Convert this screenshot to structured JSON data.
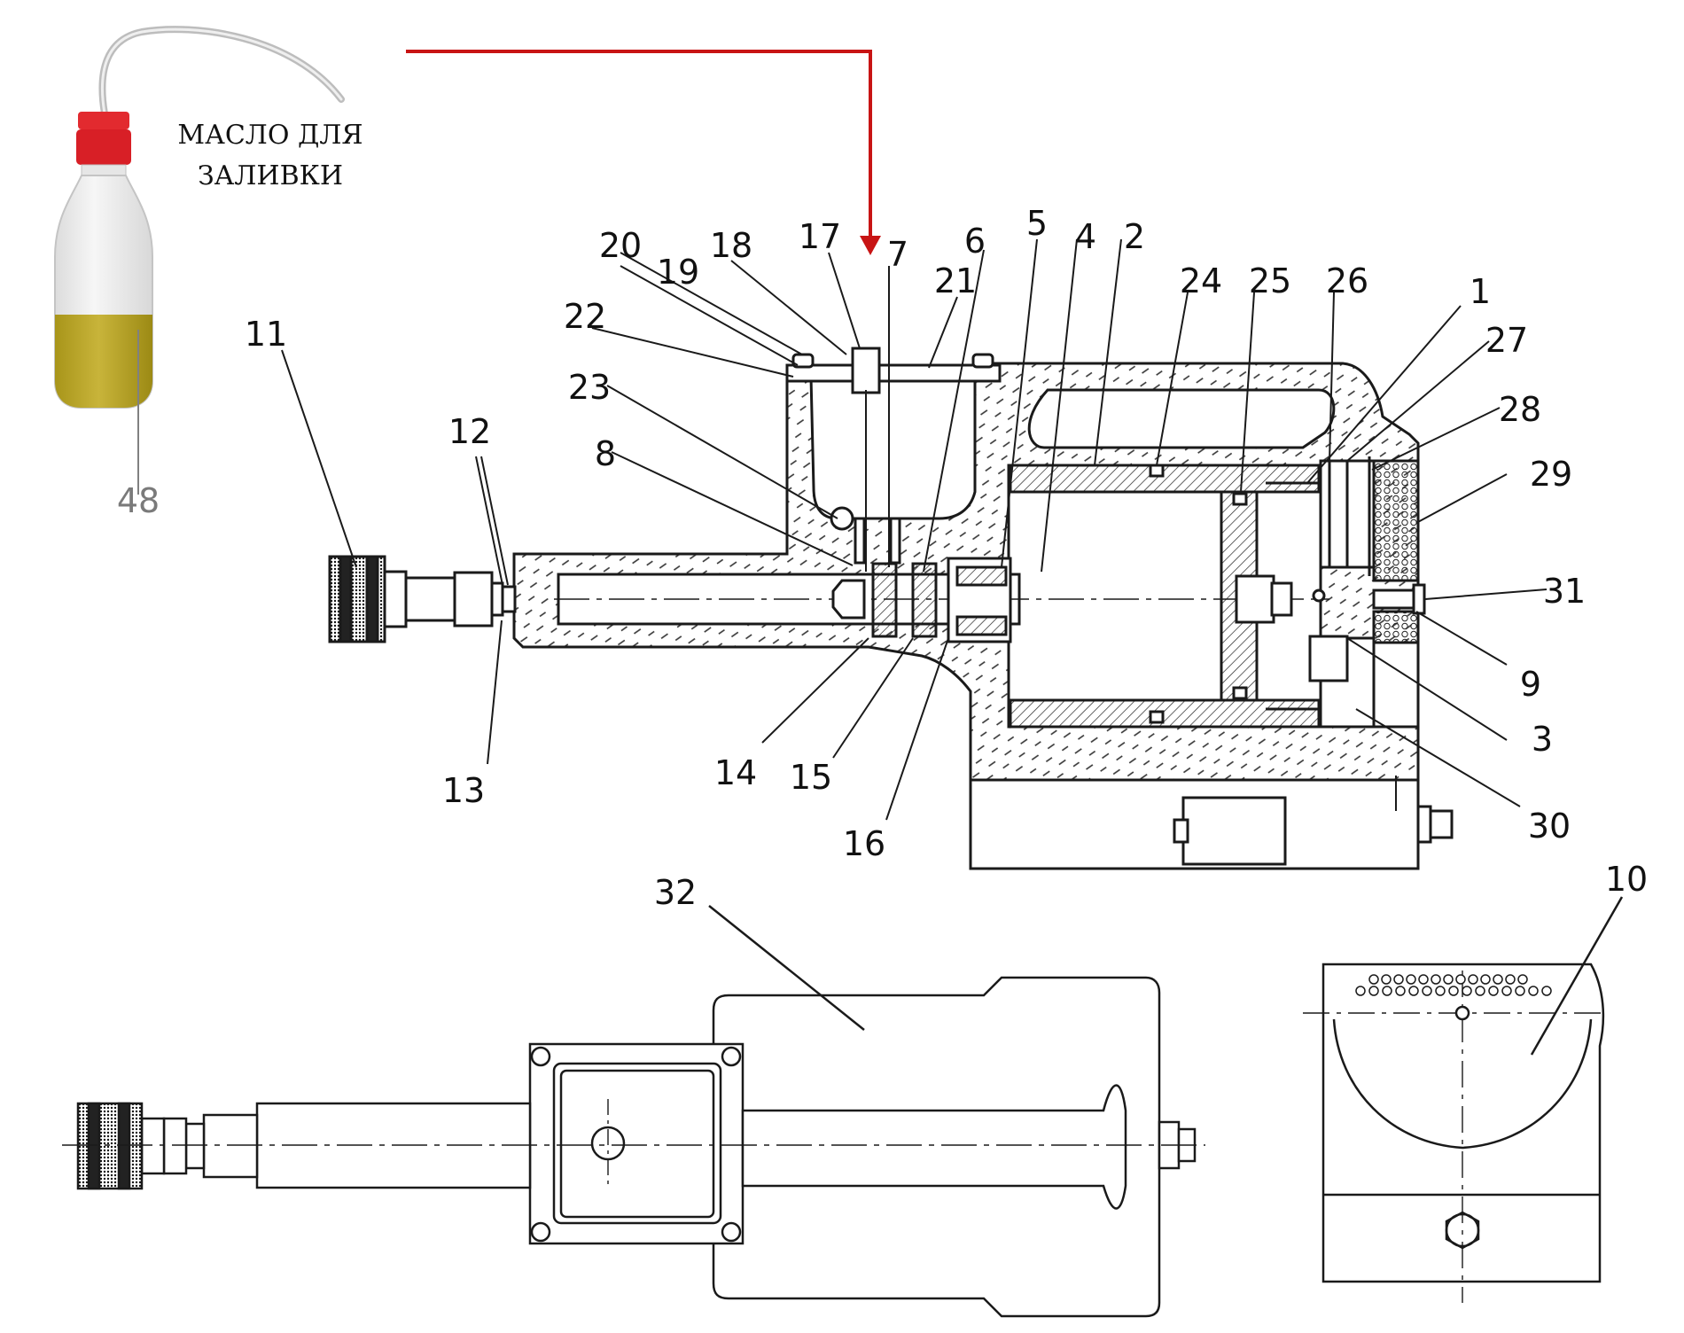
{
  "note": {
    "line1": "МАСЛО ДЛЯ",
    "line2": "ЗАЛИВКИ"
  },
  "labels": {
    "n1": "1",
    "n2": "2",
    "n3": "3",
    "n4": "4",
    "n5": "5",
    "n6": "6",
    "n7": "7",
    "n8": "8",
    "n9": "9",
    "n10": "10",
    "n11": "11",
    "n12": "12",
    "n13": "13",
    "n14": "14",
    "n15": "15",
    "n16": "16",
    "n17": "17",
    "n18": "18",
    "n19": "19",
    "n20": "20",
    "n21": "21",
    "n22": "22",
    "n23": "23",
    "n24": "24",
    "n25": "25",
    "n26": "26",
    "n27": "27",
    "n28": "28",
    "n29": "29",
    "n30": "30",
    "n31": "31",
    "n32": "32",
    "n48": "48"
  },
  "colors": {
    "arrow": "#c81414",
    "line": "#1a1a1a",
    "oil": "#b4a21e",
    "cap": "#d81f26"
  }
}
